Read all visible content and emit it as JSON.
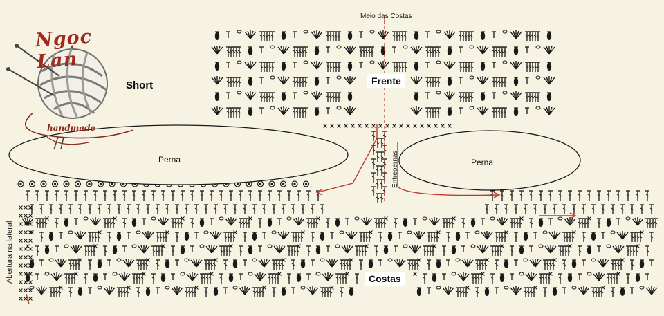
{
  "logo": {
    "title": "Ngọc Lan",
    "subtitle": "handmade",
    "colors": {
      "ink": "#a3291e",
      "yarn": "#8a8a8a"
    }
  },
  "diagram": {
    "title": "Short",
    "top_label": "Meio das Costas",
    "front_label": "Frente",
    "back_label": "Costas",
    "left_leg_label": "Perna",
    "right_leg_label": "Perna",
    "crotch_label": "Entrepernas",
    "side_opening_label": "Abertura na lateral",
    "stitch_color": "#1a1a1a",
    "arrow_color": "#c0392b"
  }
}
